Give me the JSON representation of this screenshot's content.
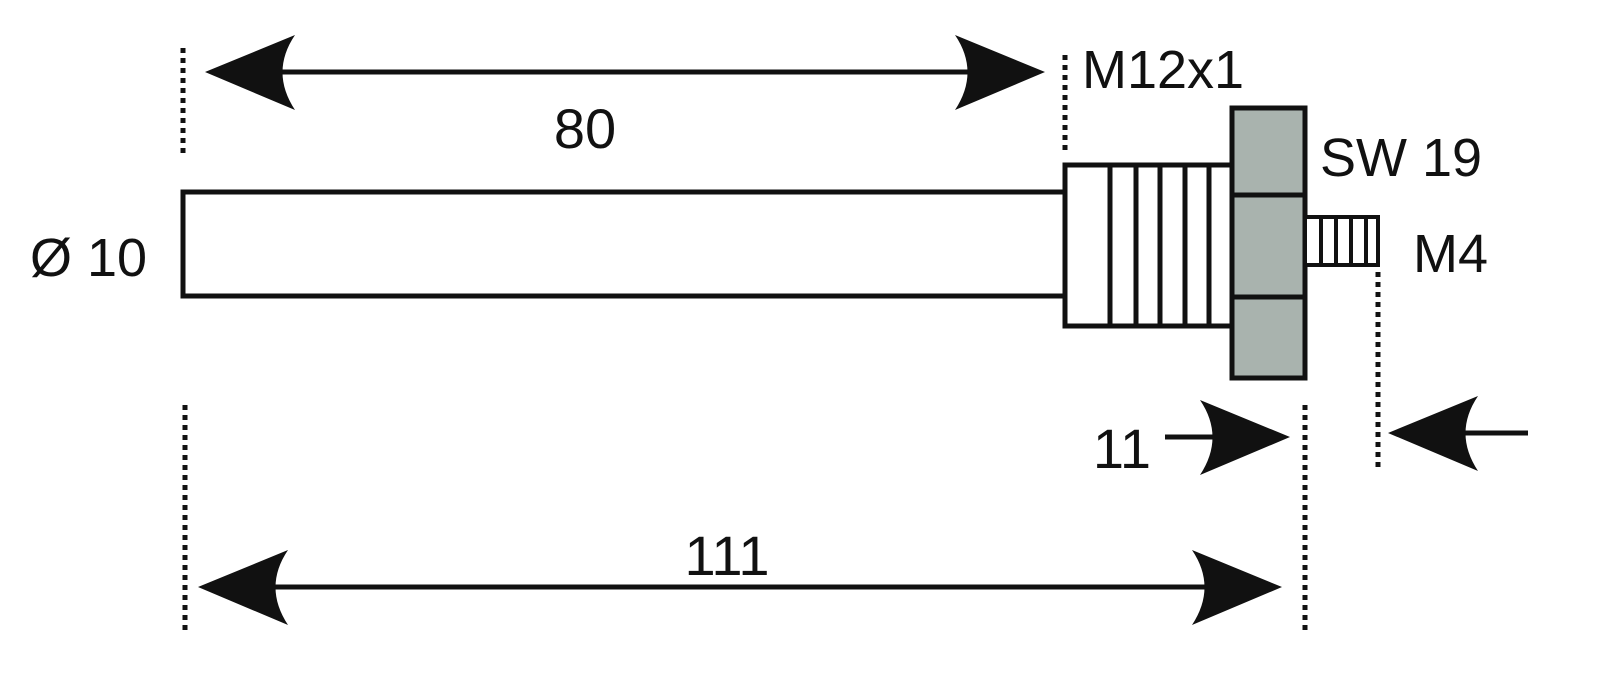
{
  "dimensions": {
    "length_80": "80",
    "total_length": "111",
    "nut_to_end": "11",
    "diameter": "Ø 10"
  },
  "labels": {
    "thread_main": "M12x1",
    "wrench_size": "SW 19",
    "thread_stud": "M4"
  },
  "colors": {
    "nut_fill": "#a9b3ae",
    "line": "#111111"
  }
}
